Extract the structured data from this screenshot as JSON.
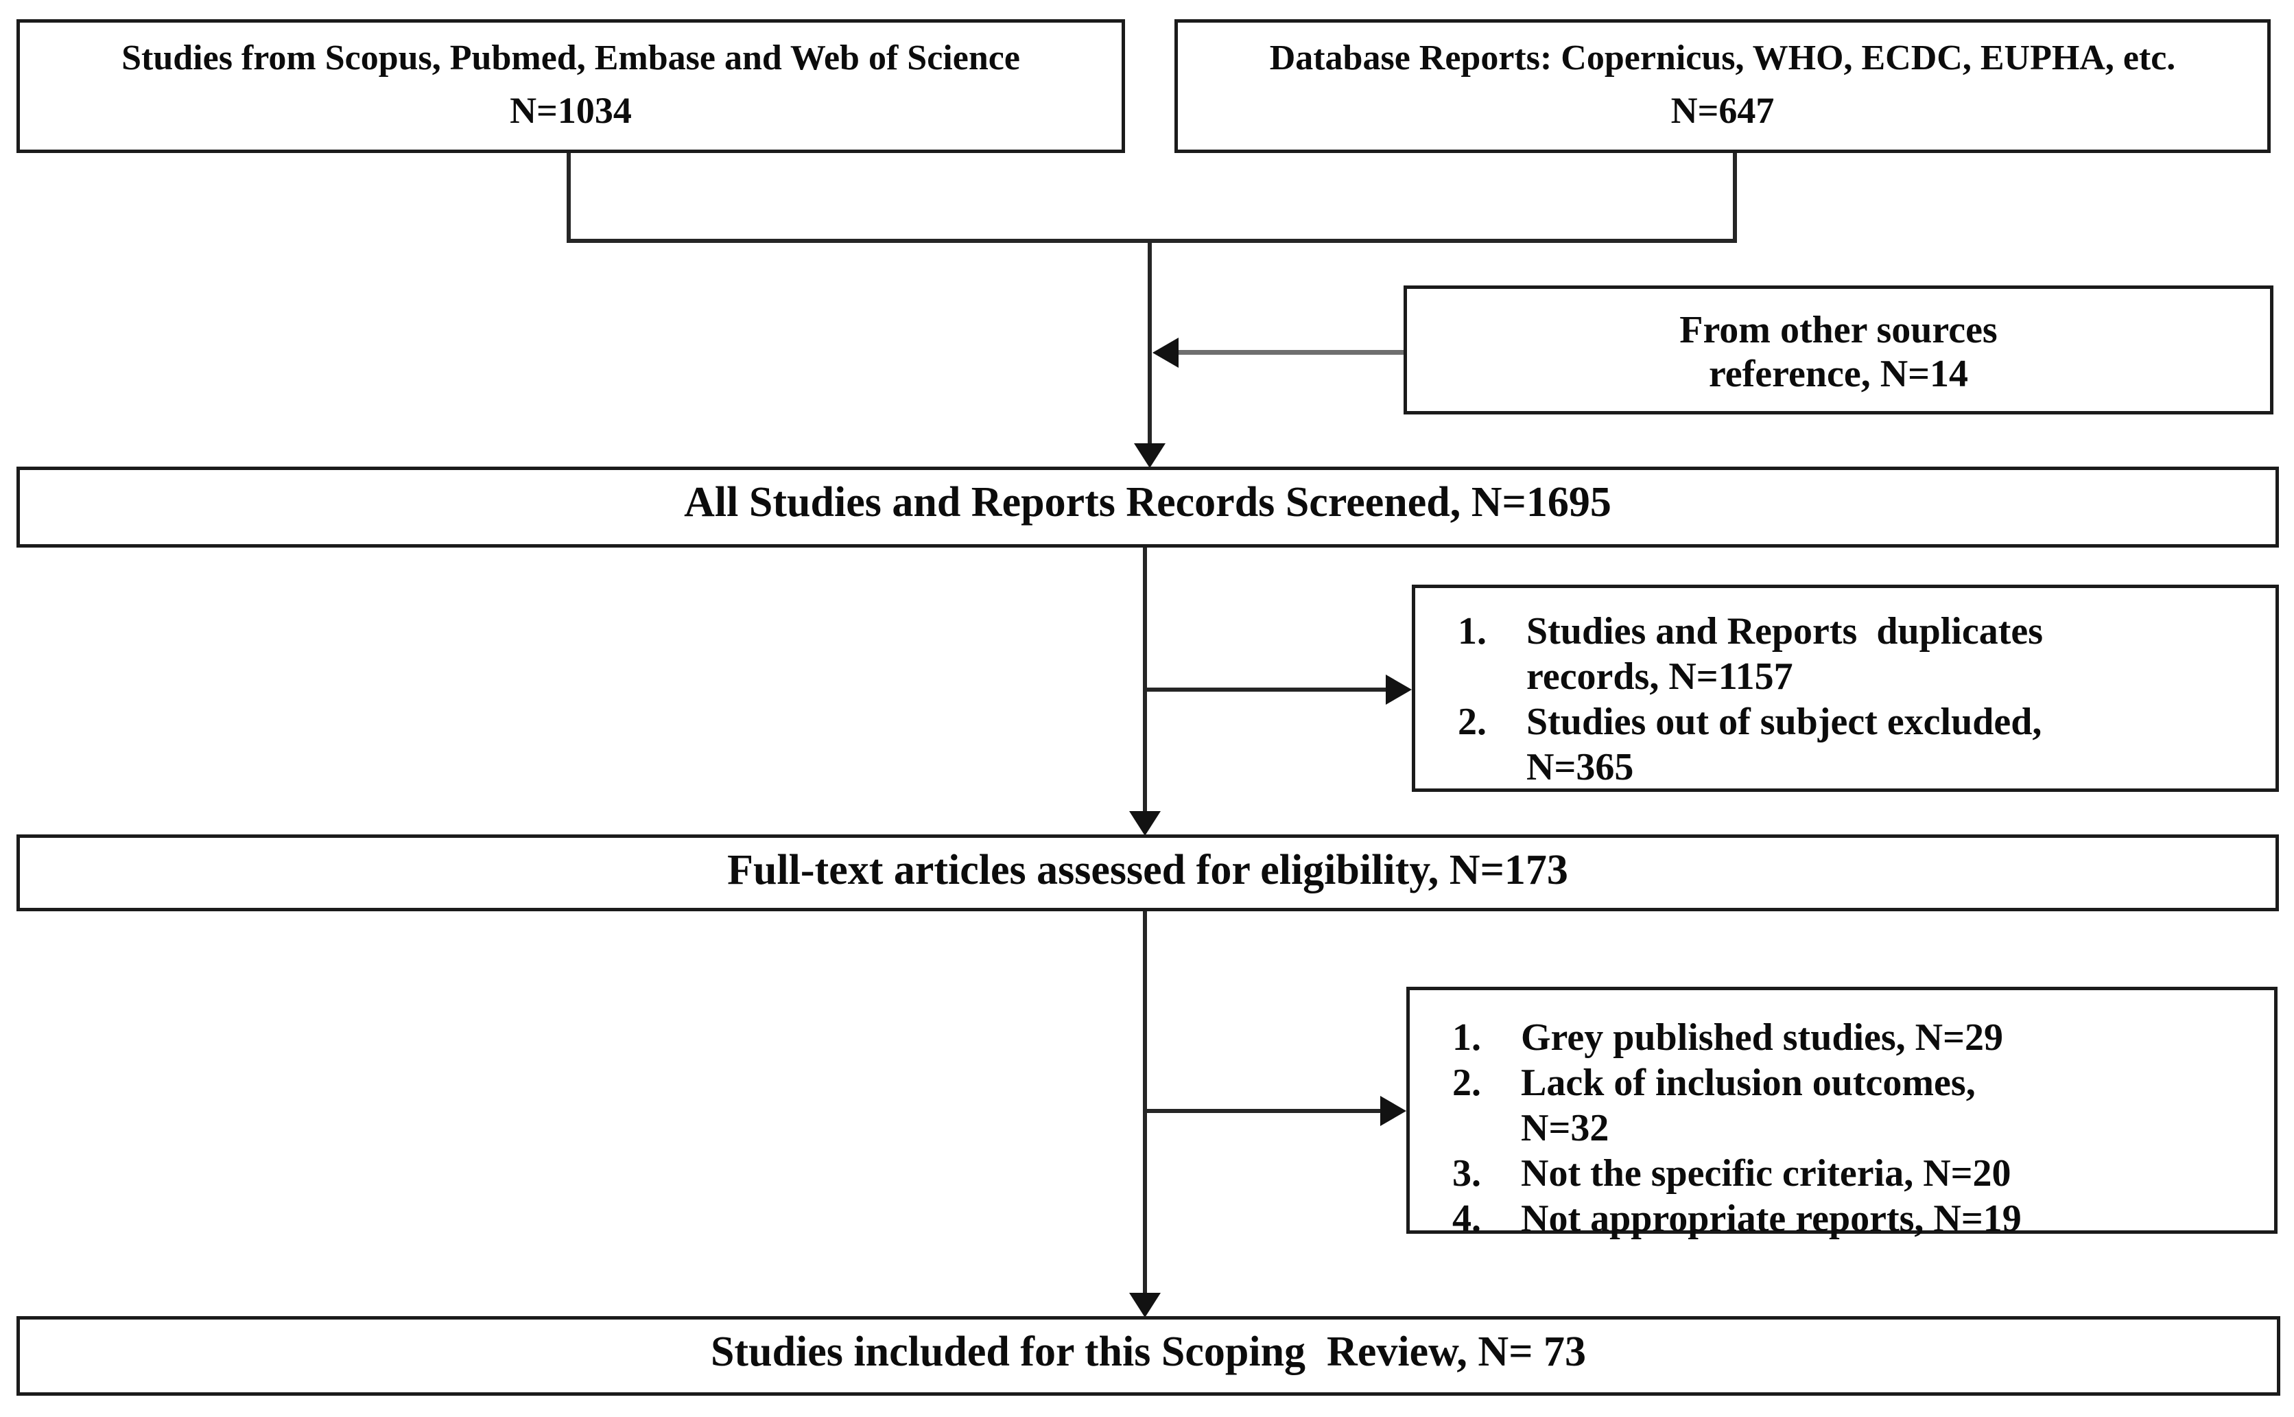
{
  "diagram": {
    "title": "Scoping review study selection flow diagram",
    "colors": {
      "background": "#ffffff",
      "box_border": "#1b1b1b",
      "text": "#0c0c0c",
      "connector_line": "#262626",
      "reference_arrow_line": "#6f6f6f"
    },
    "boxes": {
      "studies_sources": {
        "line1": "Studies from Scopus, Pubmed, Embase and Web of Science",
        "line2": "N=1034"
      },
      "database_reports": {
        "line1": "Database Reports: Copernicus, WHO, ECDC, EUPHA, etc.",
        "line2": "N=647"
      },
      "other_sources": {
        "line1": "From other sources",
        "line2": "reference, N=14"
      },
      "screened": {
        "label": "All Studies and Reports Records Screened, N=1695"
      },
      "excluded_after_screening": {
        "items": [
          {
            "num": "1.",
            "text": "Studies and Reports  duplicates\nrecords, N=1157"
          },
          {
            "num": "2.",
            "text": "Studies out of subject excluded,\nN=365"
          }
        ]
      },
      "full_text": {
        "label": "Full-text articles assessed for eligibility, N=173"
      },
      "excluded_after_full_text": {
        "items": [
          {
            "num": "1.",
            "text": "Grey published studies, N=29"
          },
          {
            "num": "2.",
            "text": "Lack of inclusion outcomes,\nN=32"
          },
          {
            "num": "3.",
            "text": "Not the specific criteria, N=20"
          },
          {
            "num": "4.",
            "text": "Not appropriate reports, N=19"
          }
        ]
      },
      "included": {
        "label": "Studies included for this Scoping  Review, N= 73"
      }
    }
  }
}
